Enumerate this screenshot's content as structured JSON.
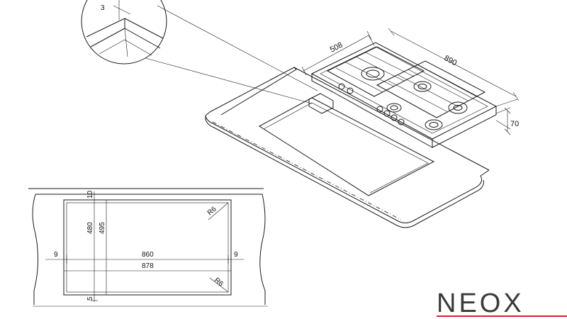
{
  "detail": {
    "label_3": "3"
  },
  "hob": {
    "width": "890",
    "depth": "508",
    "height": "70"
  },
  "cutout": {
    "top_margin": "10",
    "inner_height": "480",
    "outer_height": "495",
    "left_margin": "9",
    "inner_width": "860",
    "right_margin": "9",
    "outer_width": "878",
    "bottom_margin": "5",
    "radius_top": "R6",
    "radius_bottom": "R6"
  },
  "brand": {
    "logo_text": "NEOX",
    "colors": {
      "dark": "#3a3a3a",
      "accent": "#d4202a"
    }
  }
}
